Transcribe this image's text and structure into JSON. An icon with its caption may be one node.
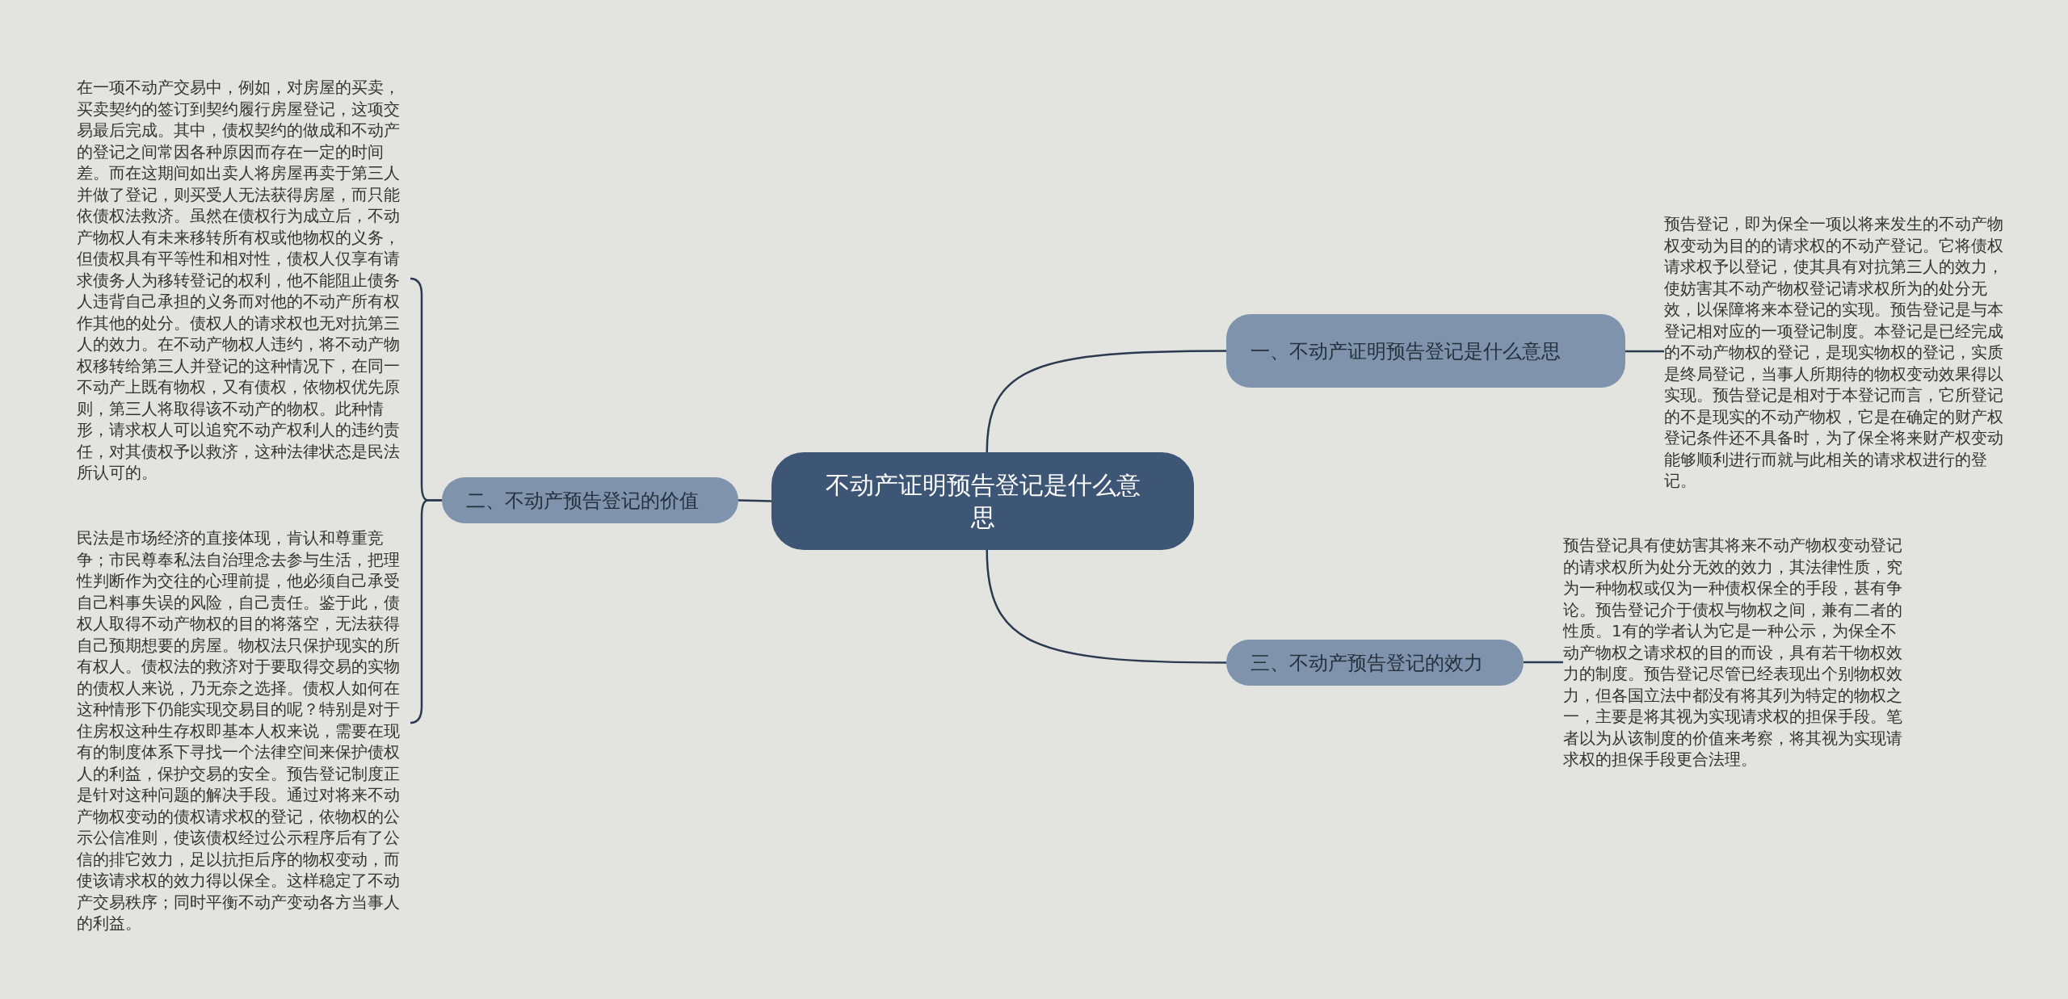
{
  "diagram": {
    "nodes": [
      {
        "text": [
          "不动产证明预告登记是什么意思"
        ]
      },
      {
        "text": [
          "一、不动产证明预告登记是什么意思"
        ]
      },
      {
        "text": [
          "预告登记，即为保全一项以将来发生的不动产物权变动为目的的请求权的不动产登记。它将债权请求权予以登记，使其具有对抗第三人的效力，使妨害其不动产物权登记请求权所为的处分无效，以保障将来本登记的实现。预告登记是与本登记相对应的一项登记制度。本登记是已经完成的不动产物权的登记，是现实物权的登记，实质是终局登记，当事人所期待的物权变动效果得以实现。预告登记是相对于本登记而言，它所登记的不是现实的不动产物权，它是在确定的财产权登记条件还不具备时，为了保全将来财产权变动能够顺利进行而就与此相关的请求权进行的登记。"
        ]
      },
      {
        "text": [
          "二、不动产预告登记的价值"
        ]
      },
      {
        "text": [
          "在一项不动产交易中，例如，对房屋的买卖，买卖契约的签订到契约履行房屋登记，这项交易最后完成。其中，债权契约的做成和不动产的登记之间常因各种原因而存在一定的时间差。而在这期间如出卖人将房屋再卖于第三人并做了登记，则买受人无法获得房屋，而只能依债权法救济。虽然在债权行为成立后，不动产物权人有未来移转所有权或他物权的义务，但债权具有平等性和相对性，债权人仅享有请求债务人为移转登记的权利，他不能阻止债务人违背自己承担的义务而对他的不动产所有权作其他的处分。债权人的请求权也无对抗第三人的效力。在不动产物权人违约，将不动产物权移转给第三人并登记的这种情况下，在同一不动产上既有物权，又有债权，依物权优先原则，第三人将取得该不动产的物权。此种情形，请求权人可以追究不动产权利人的违约责任，对其债权予以救济，这种法律状态是民法所认可的。"
        ]
      },
      {
        "text": [
          "民法是市场经济的直接体现，肯认和尊重竞争；市民尊奉私法自治理念去参与生活，把理性判断作为交往的心理前提，他必须自己承受自己料事失误的风险，自己责任。鉴于此，债权人取得不动产物权的目的将落空，无法获得自己预期想要的房屋。物权法只保护现实的所有权人。债权法的救济对于要取得交易的实物的债权人来说，乃无奈之选择。债权人如何在这种情形下仍能实现交易目的呢？特别是对于住房权这种生存权即基本人权来说，需要在现有的制度体系下寻找一个法律空间来保护债权人的利益，保护交易的安全。预告登记制度正是针对这种问题的解决手段。通过对将来不动产物权变动的债权请求权的登记，依物权的公示公信准则，使该债权经过公示程序后有了公信的排它效力，足以抗拒后序的物权变动，而使该请求权的效力得以保全。这样稳定了不动产交易秩序；同时平衡不动产变动各方当事人的利益。"
        ]
      },
      {
        "text": [
          "三、不动产预告登记的效力"
        ]
      },
      {
        "text": [
          "预告登记具有使妨害其将来不动产物权变动登记的请求权所为处分无效的效力，其法律性质，究为一种物权或仅为一种债权保全的手段，甚有争论。预告登记介于债权与物权之间，兼有二者的性质。1有的学者认为它是一种公示，为保全不动产物权之请求权的目的而设，具有若干物权效力的制度。预告登记尽管已经表现出个别物权效力，但各国立法中都没有将其列为特定的物权之一，主要是将其视为实现请求权的担保手段。笔者以为从该制度的价值来考察，将其视为实现请求权的担保手段更合法理。"
        ]
      }
    ],
    "edges": [
      {
        "from": 0,
        "to": 1,
        "arrow": "none"
      },
      {
        "from": 1,
        "to": 2,
        "arrow": "none"
      },
      {
        "from": 0,
        "to": 3,
        "arrow": "none"
      },
      {
        "from": 3,
        "to": 4,
        "arrow": "none"
      },
      {
        "from": 3,
        "to": 5,
        "arrow": "none"
      },
      {
        "from": 0,
        "to": 6,
        "arrow": "none"
      },
      {
        "from": 6,
        "to": 7,
        "arrow": "none"
      }
    ]
  }
}
